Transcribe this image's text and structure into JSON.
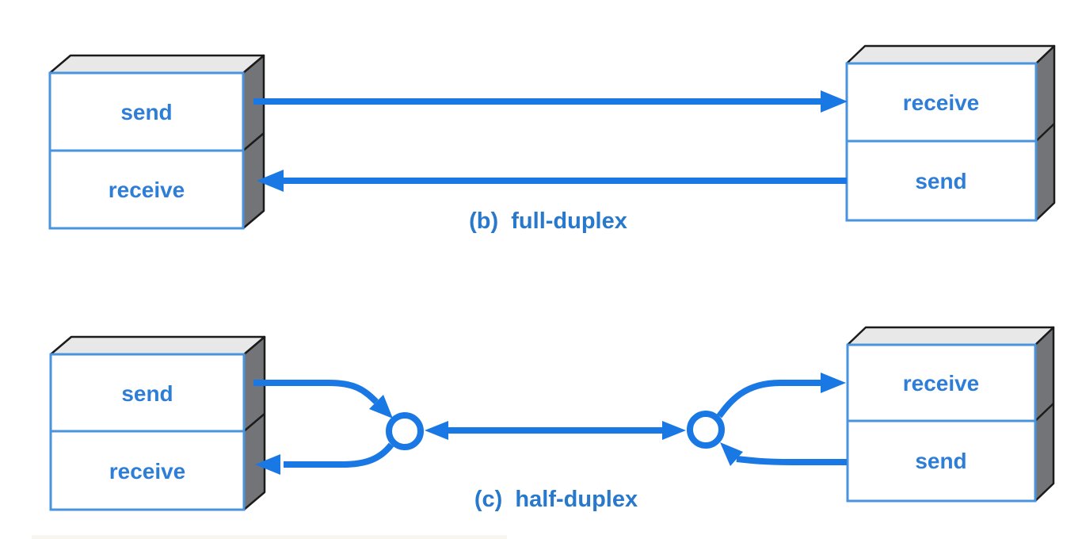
{
  "colors": {
    "arrow_blue": "#1a78e4",
    "box_border_blue": "#4a93de",
    "label_blue": "#2e7ed8",
    "caption_blue": "#2878cc",
    "side_face_gray": "#737477",
    "top_face_gray": "#e8e8e8",
    "edge_black": "#1b1b1b",
    "background": "#ffffff"
  },
  "full_duplex": {
    "caption": "(b)  full-duplex",
    "left_box": {
      "top_label": "send",
      "bottom_label": "receive"
    },
    "right_box": {
      "top_label": "receive",
      "bottom_label": "send"
    }
  },
  "half_duplex": {
    "caption": "(c)  half-duplex",
    "left_box": {
      "top_label": "send",
      "bottom_label": "receive"
    },
    "right_box": {
      "top_label": "receive",
      "bottom_label": "send"
    }
  }
}
